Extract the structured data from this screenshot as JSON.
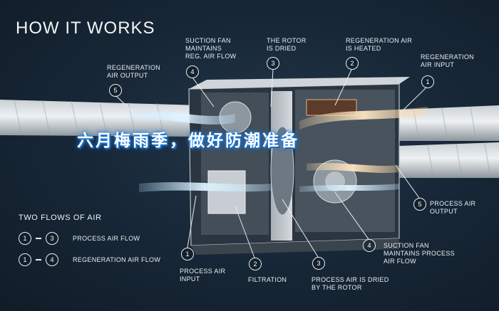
{
  "title": "HOW IT WORKS",
  "banner": "六月梅雨季，做好防潮准备",
  "callouts": {
    "reg_output": {
      "num": "5",
      "text": "REGENERATION\nAIR OUTPUT"
    },
    "suction_reg": {
      "num": "4",
      "text": "SUCTION FAN\nMAINTAINS\nREG. AIR FLOW"
    },
    "rotor_dried": {
      "num": "3",
      "text": "THE ROTOR\nIS DRIED"
    },
    "reg_heated": {
      "num": "2",
      "text": "REGENERATION AIR\nIS HEATED"
    },
    "reg_input": {
      "num": "1",
      "text": "REGENERATION\nAIR INPUT"
    },
    "process_output": {
      "num": "5",
      "text": "PROCESS AIR\nOUTPUT"
    },
    "suction_process": {
      "num": "4",
      "text": "SUCTION FAN\nMAINTAINS PROCESS\nAIR FLOW"
    },
    "process_input": {
      "num": "1",
      "text": "PROCESS AIR\nINPUT"
    },
    "filtration": {
      "num": "2",
      "text": "FILTRATION"
    },
    "process_dried": {
      "num": "3",
      "text": "PROCESS AIR IS DRIED\nBY THE ROTOR"
    }
  },
  "flows": {
    "title": "TWO FLOWS OF AIR",
    "items": [
      {
        "from": "1",
        "to": "3",
        "label": "PROCESS AIR FLOW"
      },
      {
        "from": "1",
        "to": "4",
        "label": "REGENERATION AIR FLOW"
      }
    ]
  }
}
